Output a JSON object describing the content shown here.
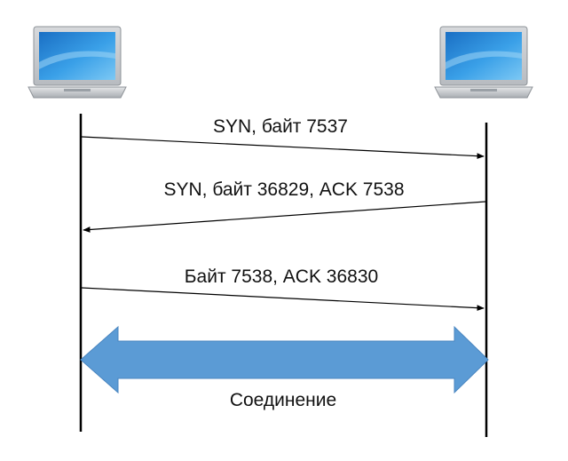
{
  "hosts": {
    "left": {
      "icon": "laptop-icon"
    },
    "right": {
      "icon": "laptop-icon"
    }
  },
  "messages": [
    {
      "label": "SYN, байт 7537",
      "direction": "left-to-right"
    },
    {
      "label": "SYN, байт 36829, ACK 7538",
      "direction": "right-to-left"
    },
    {
      "label": "Байт 7538, ACK 36830",
      "direction": "left-to-right"
    }
  ],
  "connection": {
    "label": "Соединение",
    "color": "#5b9bd5"
  },
  "colors": {
    "line": "#000000",
    "text": "#111111",
    "screen": "#2a8ed6",
    "laptop_body": "#c8ccd0"
  }
}
